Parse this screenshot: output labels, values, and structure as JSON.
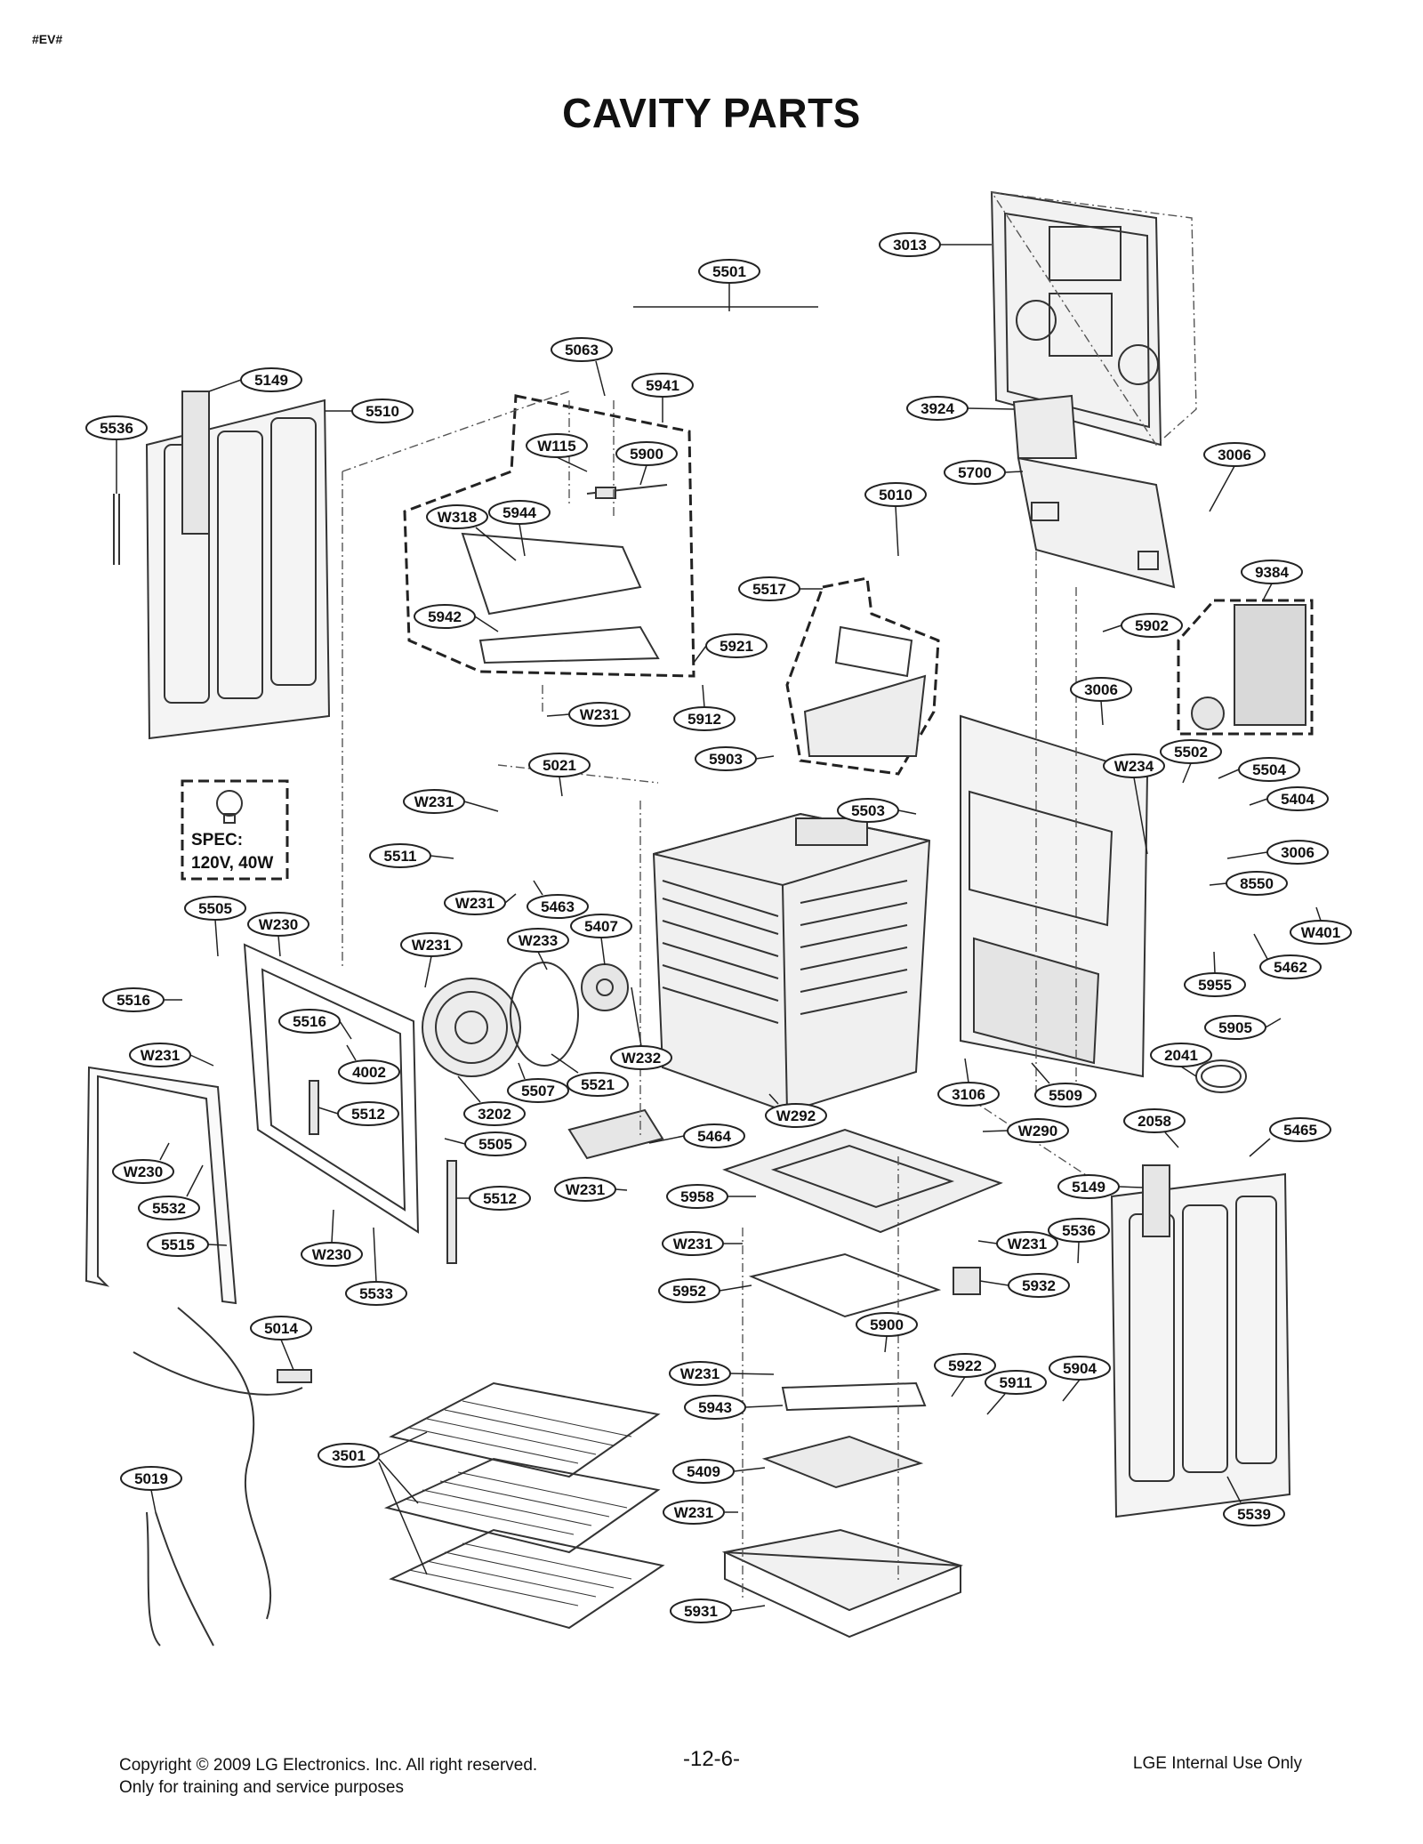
{
  "header": {
    "code": "#EV#",
    "title": "CAVITY PARTS"
  },
  "spec_box": {
    "line1": "SPEC:",
    "line2": "120V, 40W"
  },
  "callouts": [
    "3013",
    "5501",
    "5063",
    "5941",
    "5149",
    "5510",
    "5536",
    "3924",
    "3006",
    "5700",
    "W115",
    "5900",
    "W318",
    "5944",
    "5010",
    "9384",
    "5942",
    "5517",
    "5902",
    "5921",
    "5912",
    "W231",
    "3006",
    "5903",
    "5021",
    "W234",
    "5502",
    "5504",
    "5404",
    "W231",
    "5503",
    "3006",
    "5511",
    "W231",
    "5463",
    "8550",
    "5505",
    "W230",
    "W231",
    "W233",
    "5407",
    "W401",
    "5462",
    "5955",
    "5516",
    "5516",
    "5905",
    "W231",
    "4002",
    "W232",
    "2041",
    "5507",
    "5521",
    "3106",
    "5509",
    "3202",
    "W292",
    "5512",
    "W230",
    "5505",
    "5464",
    "W290",
    "2058",
    "5465",
    "5532",
    "5149",
    "W231",
    "5958",
    "5512",
    "5515",
    "W230",
    "5533",
    "W231",
    "W231",
    "5536",
    "5952",
    "5932",
    "5014",
    "5900",
    "5922",
    "5911",
    "5904",
    "W231",
    "5943",
    "3501",
    "5409",
    "5019",
    "W231",
    "5539",
    "5931"
  ],
  "footer": {
    "copyright": "Copyright © 2009 LG Electronics. Inc. All right reserved.",
    "usage": "Only for training and service purposes",
    "page": "-12-6-",
    "internal": "LGE Internal Use Only"
  }
}
